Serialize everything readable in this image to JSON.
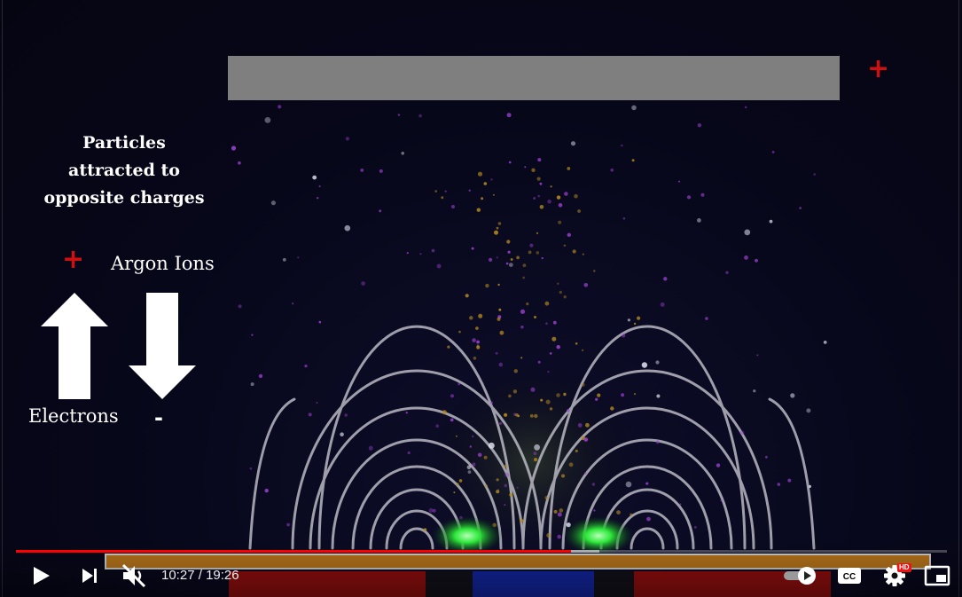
{
  "video": {
    "title_lines": [
      "Particles",
      "attracted to",
      "opposite charges"
    ],
    "plate_sign": "+",
    "legend_plus": "+",
    "argon_label": "Argon Ions",
    "electrons_label": "Electrons",
    "minus_label": "-"
  },
  "player": {
    "time_current": "10:27",
    "time_separator": " / ",
    "time_total": "19:26",
    "progress_played_fraction": 0.596,
    "progress_buffered_fraction": 0.627,
    "hd_badge": "HD",
    "icons": [
      "play-icon",
      "next-icon",
      "volume-muted-icon",
      "autoplay-toggle-icon",
      "closed-captions-icon",
      "settings-gear-icon",
      "miniplayer-icon"
    ]
  },
  "colors": {
    "accent_red": "#ff0000",
    "plus_red": "#d01010",
    "field_lines": "#b9b9c3",
    "glow_green": "#2ee83a"
  }
}
